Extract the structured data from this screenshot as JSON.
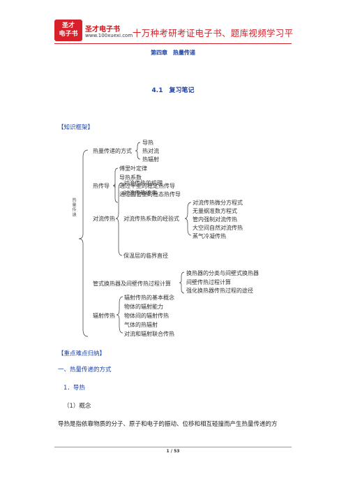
{
  "header": {
    "logo_line1": "圣才",
    "logo_line2": "电子书",
    "brand_name": "圣才电子书",
    "brand_url": "www.100xuexi.com",
    "slogan": "十万种考研考证电子书、题库视频学习平"
  },
  "chapter_title": "第四章　热量传递",
  "section_title": "4.1　复习笔记",
  "knowledge_frame_label": "【知识框架】",
  "tree": {
    "root": "热量传递",
    "branches": [
      {
        "label": "热量传递的方式",
        "items": [
          "导热",
          "热对流",
          "热辐射"
        ]
      },
      {
        "label": "热传导",
        "items": [
          "傅里叶定律",
          "导热系数",
          "通过平壁的稳定热传导",
          "通过圆管壁的稳态热传导"
        ]
      },
      {
        "label": "对流传热",
        "items_top": [
          "对流传热的机理",
          "对流传热速率"
        ],
        "sub_label": "对流传热系数的经验式",
        "sub_items": [
          "对流传热微分方程式",
          "无量纲准数方程式",
          "管内强制对流传热",
          "大空间自然对流传热",
          "蒸气冷凝传热"
        ],
        "items_bottom": [
          "保温层的临界直径"
        ]
      },
      {
        "label": "管式换热器及间壁传热过程计算",
        "items": [
          "换热器的分类与间壁式换热器",
          "间壁传热过程计算",
          "强化换热器传热过程的途径"
        ]
      },
      {
        "label": "辐射传热",
        "items": [
          "辐射传热的基本概念",
          "物体的辐射能力",
          "物体间的辐射传热",
          "气体的热辐射",
          "对流和辐射联合传热"
        ]
      }
    ]
  },
  "key_points_label": "【重点难点归纳】",
  "heading_1": "一、热量传递的方式",
  "heading_2": "1．导热",
  "heading_3": "（1）概念",
  "body_text": "导热是指依靠物质的分子、原子和电子的振动、位移和相互碰撞而产生热量传递的方",
  "page_number": "1 / 53"
}
